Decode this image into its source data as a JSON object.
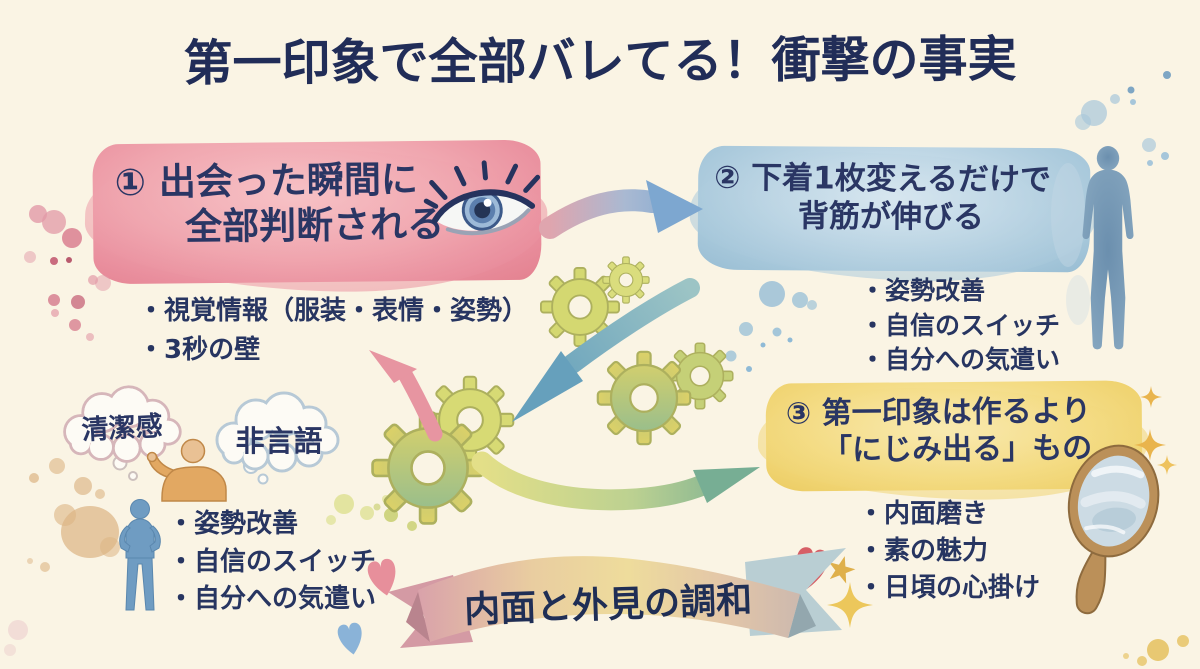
{
  "title": "第一印象で全部バレてる！衝撃の事実",
  "section1": {
    "heading1": "① 出会った瞬間に",
    "heading2": "全部判断される",
    "bullets": [
      "・視覚情報（服装・表情・姿勢）",
      "・3秒の壁"
    ]
  },
  "section2": {
    "heading1": "② 下着1枚変えるだけで",
    "heading2": "背筋が伸びる",
    "bullets": [
      "・姿勢改善",
      "・自信のスイッチ",
      "・自分への気遣い"
    ]
  },
  "section3": {
    "heading1": "③ 第一印象は作るより",
    "heading2": "「にじみ出る」もの",
    "bullets": [
      "・内面磨き",
      "・素の魅力",
      "・日頃の心掛け"
    ]
  },
  "thought_bubbles": {
    "left": "清潔感",
    "right": "非言語"
  },
  "figure_bullets": [
    "・姿勢改善",
    "・自信のスイッチ",
    "・自分への気遣い"
  ],
  "ribbon_label": "内面と外見の調和",
  "icons": [
    "eye-icon",
    "gear-icon",
    "body-silhouette-icon",
    "hand-mirror-icon",
    "person-figure-icon",
    "arrow-icon",
    "heart-icon",
    "sparkle-icon"
  ],
  "palette": {
    "background": "#faf4e4",
    "text_navy": "#273561",
    "box1_pink": "#ef9aa6",
    "box2_blue": "#abcade",
    "box3_yellow": "#f2d87c",
    "gear_yellow_green": "#d3d76b",
    "arrow_teal": "#6fa6bd",
    "ribbon_center": "#eedc9c"
  }
}
